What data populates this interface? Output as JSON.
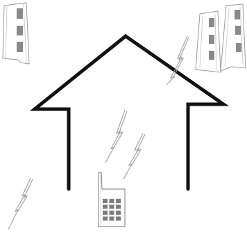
{
  "colors": {
    "background": "#ffffff",
    "house_outline": "#111111",
    "building_outline": "#9a9a9a",
    "window_fill": "#8a8a8a",
    "phone_outline": "#8f8f8f",
    "keypad_fill": "#7d7d7d",
    "signal_stroke": "#a3a3a3"
  },
  "diagram": {
    "house": {
      "icon": "house-outline-icon"
    },
    "buildings": [
      {
        "id": "left-tower",
        "icon": "building-icon"
      },
      {
        "id": "right-tower-back",
        "icon": "building-icon"
      },
      {
        "id": "right-tower-front",
        "icon": "building-icon"
      }
    ],
    "phone": {
      "icon": "mobile-phone-icon",
      "keypad_rows": 4,
      "keypad_cols": 3
    },
    "signals": [
      {
        "id": "signal-roof",
        "icon": "lightning-signal-icon"
      },
      {
        "id": "signal-center-upper",
        "icon": "lightning-signal-icon"
      },
      {
        "id": "signal-center-lower",
        "icon": "lightning-signal-icon"
      },
      {
        "id": "signal-bottom-left",
        "icon": "lightning-signal-icon"
      }
    ]
  }
}
